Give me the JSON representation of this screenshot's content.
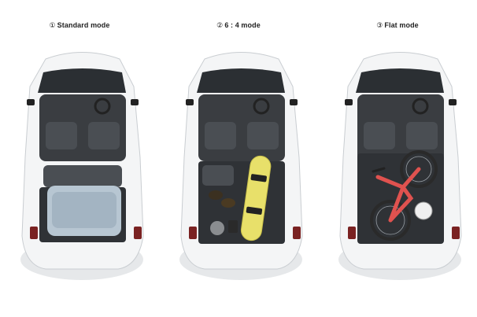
{
  "panels": [
    {
      "number": "①",
      "label": "Standard mode",
      "mode": "standard"
    },
    {
      "number": "②",
      "label": "6 : 4 mode",
      "mode": "split"
    },
    {
      "number": "③",
      "label": "Flat mode",
      "mode": "flat"
    }
  ],
  "colors": {
    "body": "#f4f5f6",
    "roof_glass": "#2b2f33",
    "interior": "#3a3d41",
    "seat": "#4a4e53",
    "cargo_floor": "#2f3236",
    "snowboard": "#e8e06a",
    "bike_frame": "#e0524f",
    "luggage": "#b7c6d2"
  }
}
